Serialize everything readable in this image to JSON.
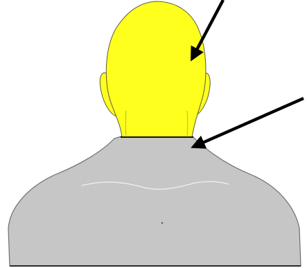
{
  "figure": {
    "subject": "back-of-head-and-shoulders",
    "colors": {
      "background": "#ffffff",
      "head": "#ffff1e",
      "head_outline": "#5a5a3c",
      "shoulders": "#c6c6c6",
      "shoulders_outline": "#6e6e6e",
      "neckline": "#111111",
      "arrow": "#000000",
      "baseline": "#2a2a2a"
    },
    "arrows": [
      {
        "name": "head-arrow",
        "target": "head"
      },
      {
        "name": "neck-arrow",
        "target": "nape"
      }
    ]
  }
}
